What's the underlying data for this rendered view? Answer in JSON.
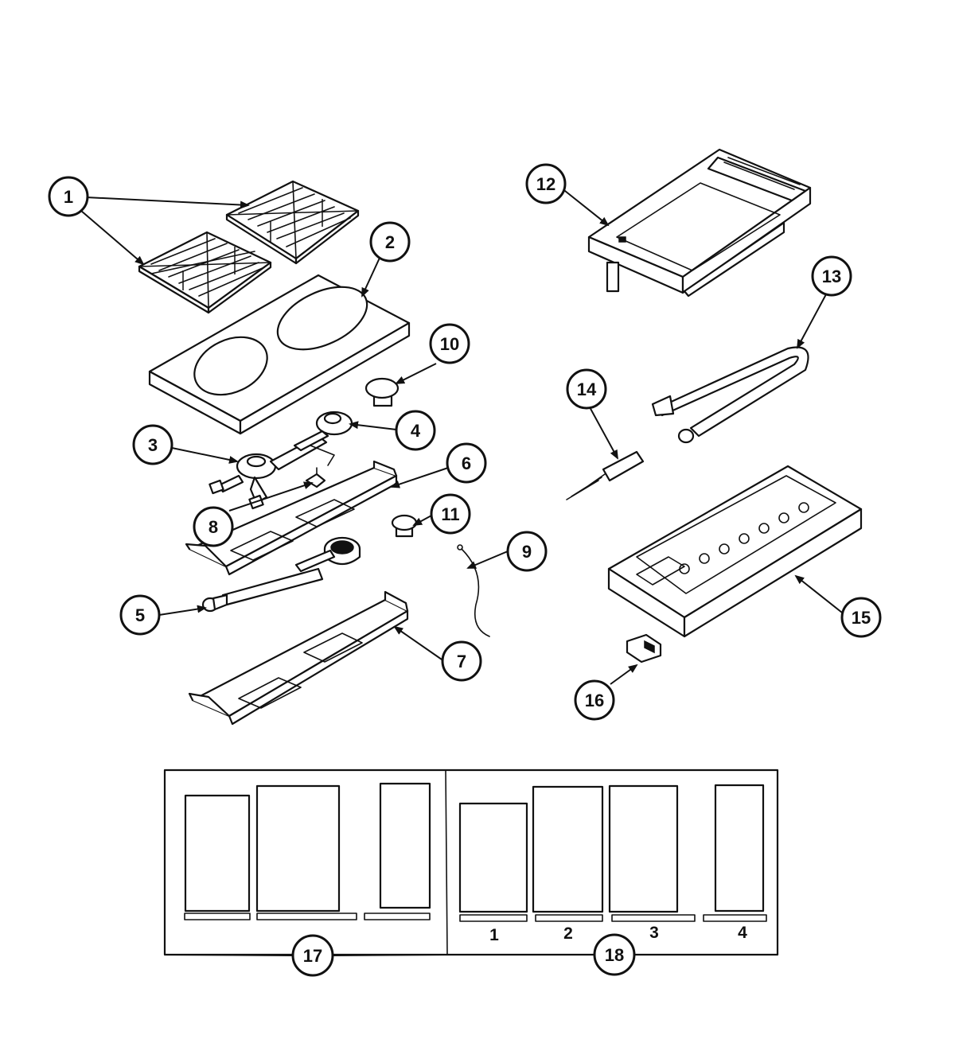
{
  "callouts": {
    "c1": "1",
    "c2": "2",
    "c3": "3",
    "c4": "4",
    "c5": "5",
    "c6": "6",
    "c7": "7",
    "c8": "8",
    "c9": "9",
    "c10": "10",
    "c11": "11",
    "c12": "12",
    "c13": "13",
    "c14": "14",
    "c15": "15",
    "c16": "16",
    "c17": "17",
    "c18": "18"
  },
  "panel_labels": {
    "p1": "1",
    "p2": "2",
    "p3": "3",
    "p4": "4"
  }
}
